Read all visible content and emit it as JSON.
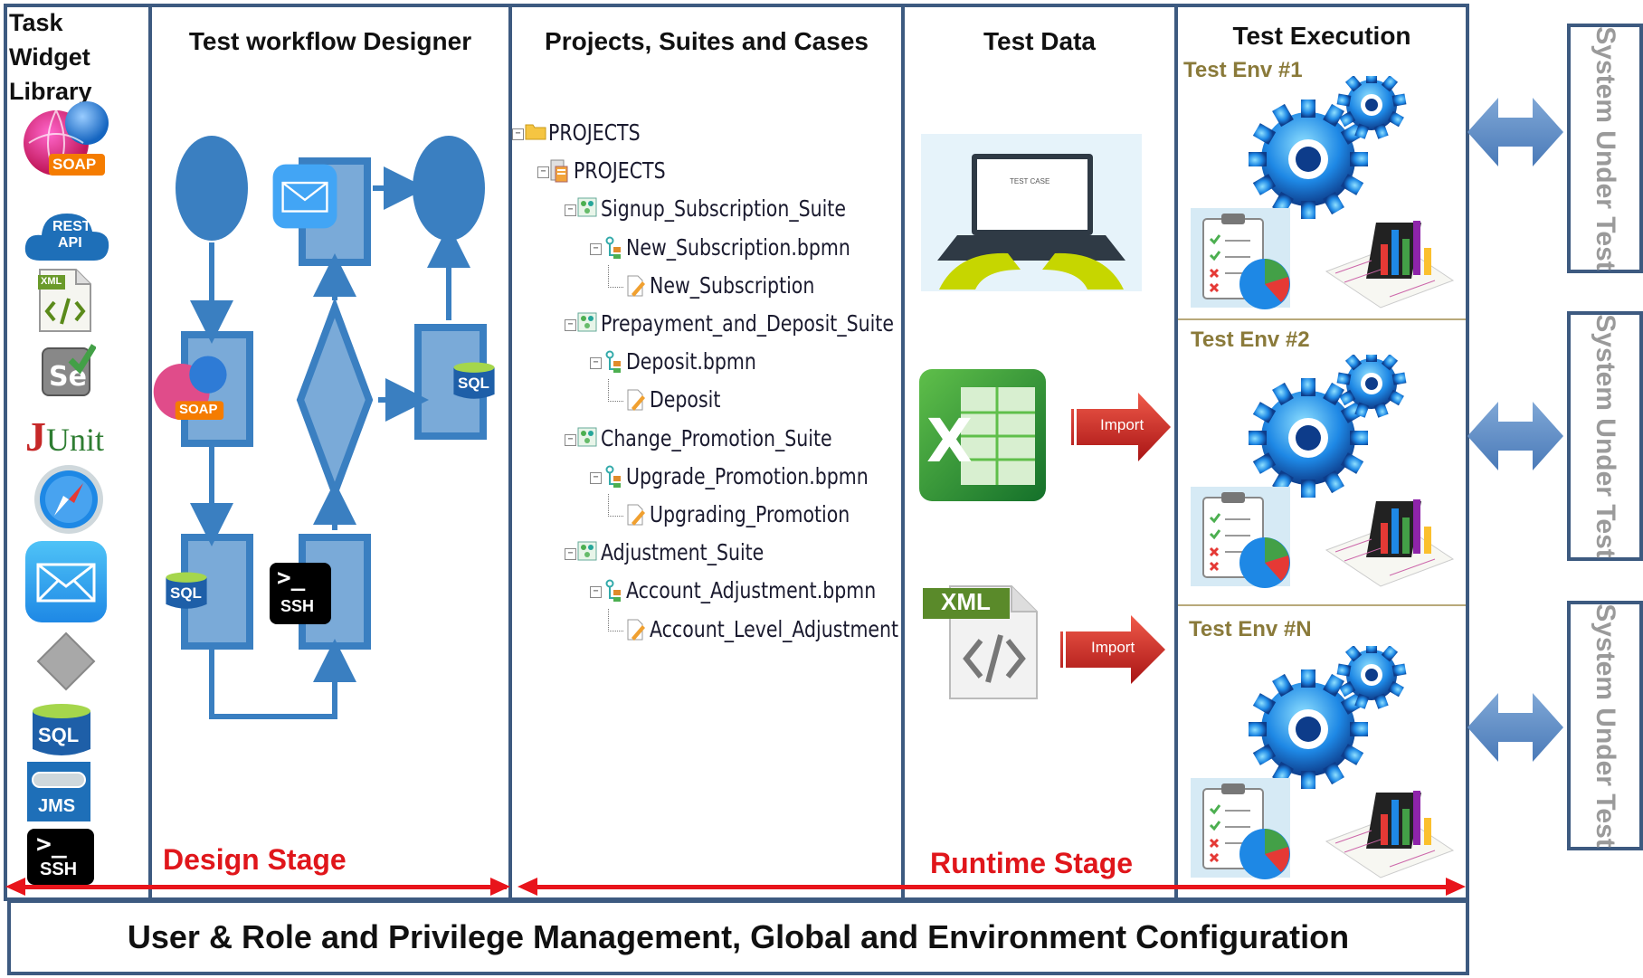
{
  "library": {
    "title_lines": [
      "Task",
      "Widget",
      "Library"
    ],
    "icons": [
      "soap-icon",
      "rest-api-icon",
      "xml-file-icon",
      "selenium-icon",
      "junit-icon",
      "safari-icon",
      "mail-icon",
      "diamond-icon",
      "sql-icon",
      "jms-icon",
      "ssh-icon"
    ],
    "soap": "SOAP",
    "rest": "REST",
    "api": "API",
    "xml": "XML",
    "junit_j": "J",
    "junit_rest": "Unit",
    "sql": "SQL",
    "jms": "JMS",
    "ssh": "SSH",
    "prompt": ">_"
  },
  "designer": {
    "title": "Test workflow Designer"
  },
  "projects": {
    "title": "Projects, Suites and Cases",
    "tree": [
      {
        "label": "PROJECTS",
        "level": 0,
        "type": "folder"
      },
      {
        "label": "PROJECTS",
        "level": 1,
        "type": "project"
      },
      {
        "label": "Signup_Subscription_Suite",
        "level": 2,
        "type": "suite"
      },
      {
        "label": "New_Subscription.bpmn",
        "level": 3,
        "type": "bpmn"
      },
      {
        "label": "New_Subscription",
        "level": 4,
        "type": "case"
      },
      {
        "label": "Prepayment_and_Deposit_Suite",
        "level": 2,
        "type": "suite"
      },
      {
        "label": "Deposit.bpmn",
        "level": 3,
        "type": "bpmn"
      },
      {
        "label": "Deposit",
        "level": 4,
        "type": "case"
      },
      {
        "label": "Change_Promotion_Suite",
        "level": 2,
        "type": "suite"
      },
      {
        "label": "Upgrade_Promotion.bpmn",
        "level": 3,
        "type": "bpmn"
      },
      {
        "label": "Upgrading_Promotion",
        "level": 4,
        "type": "case"
      },
      {
        "label": "Adjustment_Suite",
        "level": 2,
        "type": "suite"
      },
      {
        "label": "Account_Adjustment.bpmn",
        "level": 3,
        "type": "bpmn"
      },
      {
        "label": "Account_Level_Adjustment",
        "level": 4,
        "type": "case"
      }
    ]
  },
  "test_data": {
    "title": "Test Data",
    "laptop_text": "TEST CASE",
    "import1": "Import",
    "import2": "Import",
    "xml": "XML"
  },
  "execution": {
    "title": "Test Execution",
    "envs": [
      "Test Env #1",
      "Test Env #2",
      "Test Env  #N"
    ]
  },
  "stages": {
    "design": "Design Stage",
    "runtime": "Runtime Stage"
  },
  "sut": {
    "label": "System Under Test"
  },
  "bottom": {
    "text": "User & Role and Privilege Management, Global and Environment Configuration"
  },
  "colors": {
    "border": "#3d5a80",
    "stage_red": "#e0161b",
    "env_gold": "#8a7a3a",
    "sut_grey": "#9a9a9a",
    "flow_blue": "#3a7fc1"
  }
}
